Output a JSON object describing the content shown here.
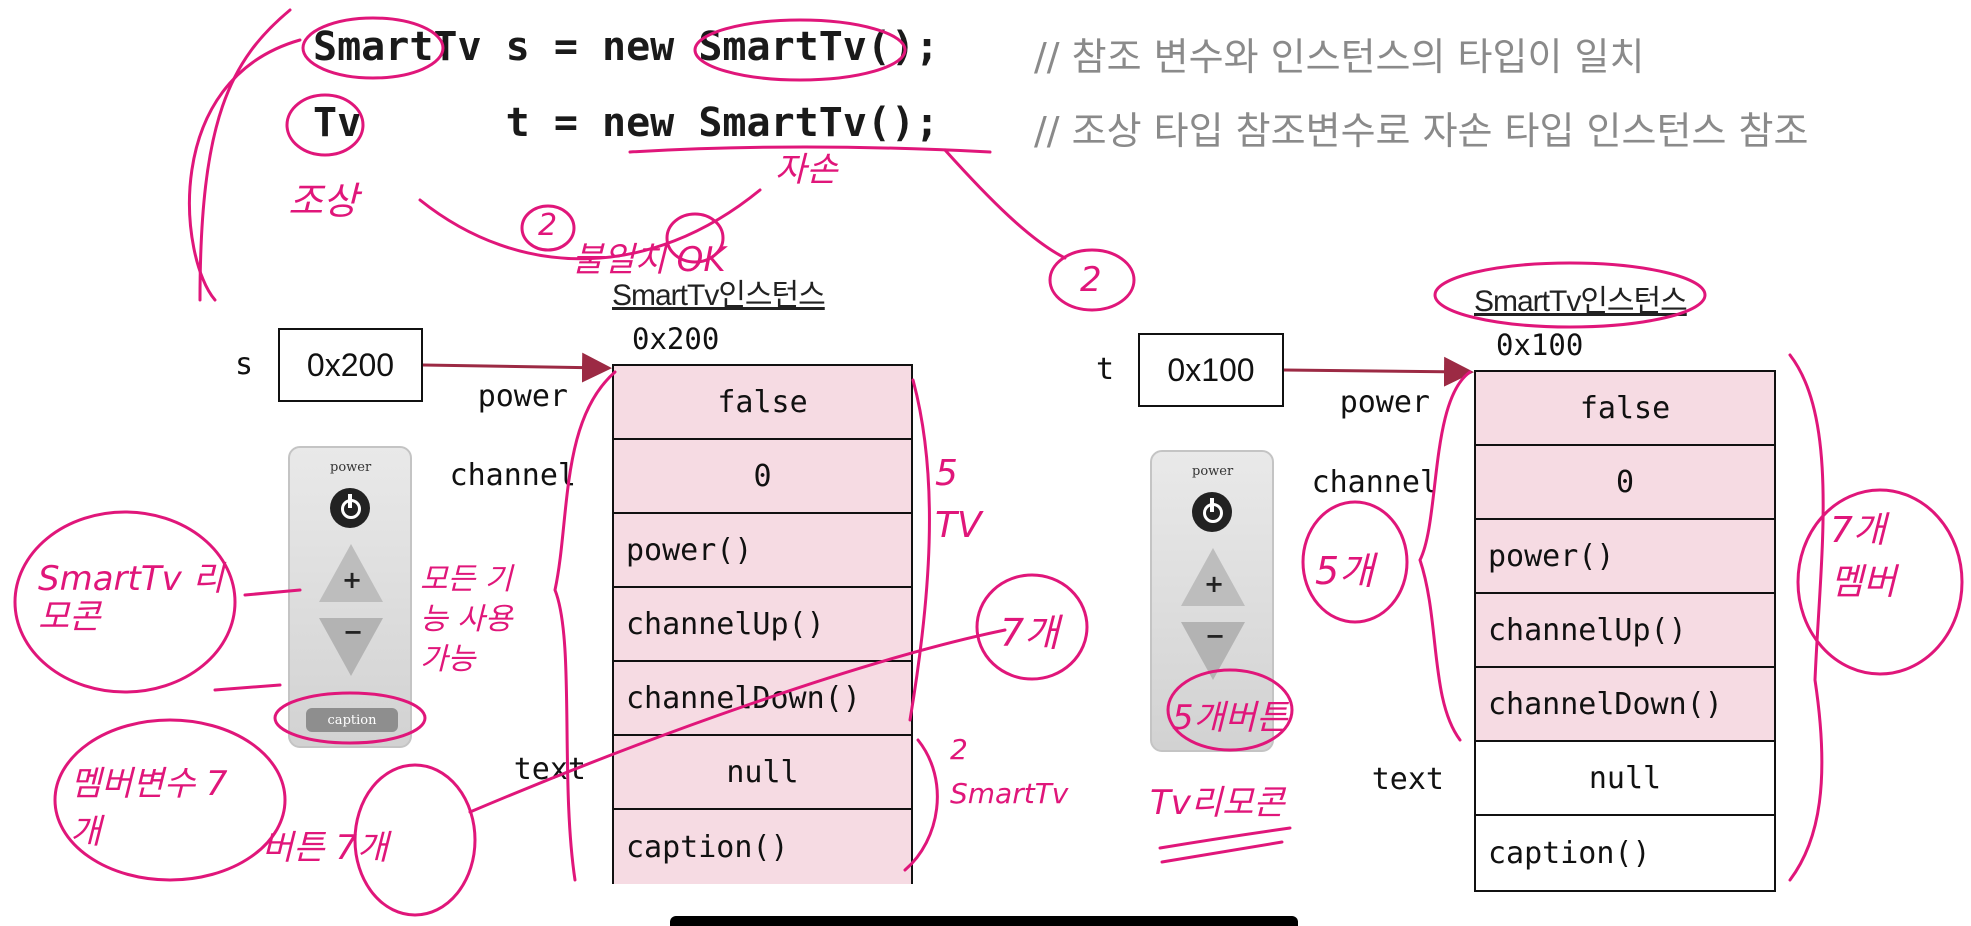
{
  "code": {
    "line1": {
      "type": "SmartTv",
      "rest": " s = new SmartTv();",
      "comment": "// 참조 변수와 인스턴스의 타입이 일치"
    },
    "line2": {
      "type": "Tv",
      "rest": "      t = new SmartTv();",
      "comment": "// 조상 타입 참조변수로 자손 타입 인스턴스 참조"
    }
  },
  "left": {
    "var_name": "s",
    "ref_value": "0x200",
    "title": "SmartTv인스턴스",
    "address": "0x200",
    "labels": {
      "power": "power",
      "channel": "channel",
      "text": "text"
    },
    "cells": [
      {
        "text": "false",
        "style": "pink-center"
      },
      {
        "text": "0",
        "style": "pink-center"
      },
      {
        "text": "power()",
        "style": "pink-left"
      },
      {
        "text": "channelUp()",
        "style": "pink-left"
      },
      {
        "text": "channelDown()",
        "style": "pink-left"
      },
      {
        "text": "null",
        "style": "pink-center"
      },
      {
        "text": "caption()",
        "style": "pink-left"
      }
    ],
    "remote": {
      "power_label": "power",
      "plus": "+",
      "minus": "−",
      "caption": "caption"
    }
  },
  "right": {
    "var_name": "t",
    "ref_value": "0x100",
    "title": "SmartTv인스턴스",
    "address": "0x100",
    "labels": {
      "power": "power",
      "channel": "channel",
      "text": "text"
    },
    "cells": [
      {
        "text": "false",
        "style": "pink-center"
      },
      {
        "text": "0",
        "style": "pink-center"
      },
      {
        "text": "power()",
        "style": "pink-left"
      },
      {
        "text": "channelUp()",
        "style": "pink-left"
      },
      {
        "text": "channelDown()",
        "style": "pink-left"
      },
      {
        "text": "null",
        "style": "white-center"
      },
      {
        "text": "caption()",
        "style": "white-left"
      }
    ],
    "remote": {
      "power_label": "power",
      "plus": "+",
      "minus": "−"
    }
  },
  "annotations": {
    "ancestor": "조상",
    "descendant": "자손",
    "mismatch_ok": "불일치 OK",
    "num2_a": "2",
    "num2_b": "2",
    "smarttv_remote": "SmartTv 리모콘",
    "all_functions": "모든 기능 사용가능",
    "member_count": "멤버변수 7개",
    "buttons_7": "버튼 7개",
    "five_tv": "5 TV",
    "two_smarttv": "2 SmartTv",
    "seven_a": "7개",
    "five_count": "5개",
    "five_buttons": "5개버튼",
    "tv_remote": "Tv리모콘",
    "seven_members": "7개 멤버"
  },
  "colors": {
    "ink": "#e0167a",
    "arrow": "#9c2a44",
    "cell_pink": "#f6dbe3"
  }
}
